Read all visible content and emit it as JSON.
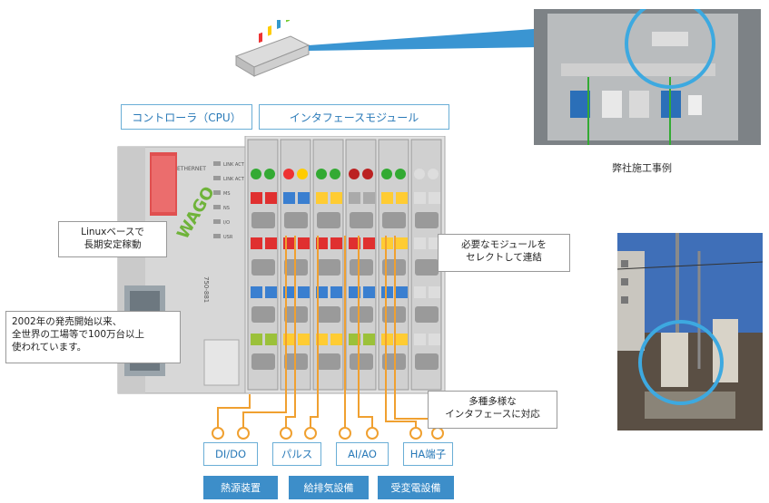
{
  "headers": {
    "controller": "コントローラ（CPU）",
    "interface_modules": "インタフェースモジュール"
  },
  "callouts": {
    "linux": "Linuxベースで\n長期安定稼動",
    "since2002": "2002年の発売開始以来、\n全世界の工場等で100万台以上\n使われています。",
    "modules": "必要なモジュールを\nセレクトして連結",
    "interfaces": "多種多様な\nインタフェースに対応"
  },
  "ports": [
    "DI/DO",
    "パルス",
    "AI/AO",
    "HA端子"
  ],
  "categories": [
    "熱源装置",
    "給排気設備",
    "受変電設備"
  ],
  "photos": {
    "cabinet_caption": "弊社施工事例"
  },
  "device": {
    "brand": "WAGO",
    "ethernet_label": "ETHERNET",
    "model": "750-881",
    "led_labels": [
      "LINK ACT 1",
      "LINK ACT 2",
      "MS",
      "NS",
      "I/O",
      "USR"
    ]
  },
  "colors": {
    "accent": "#3d8ec9",
    "wire": "#f0a030",
    "brand_green": "#6fb33a"
  }
}
